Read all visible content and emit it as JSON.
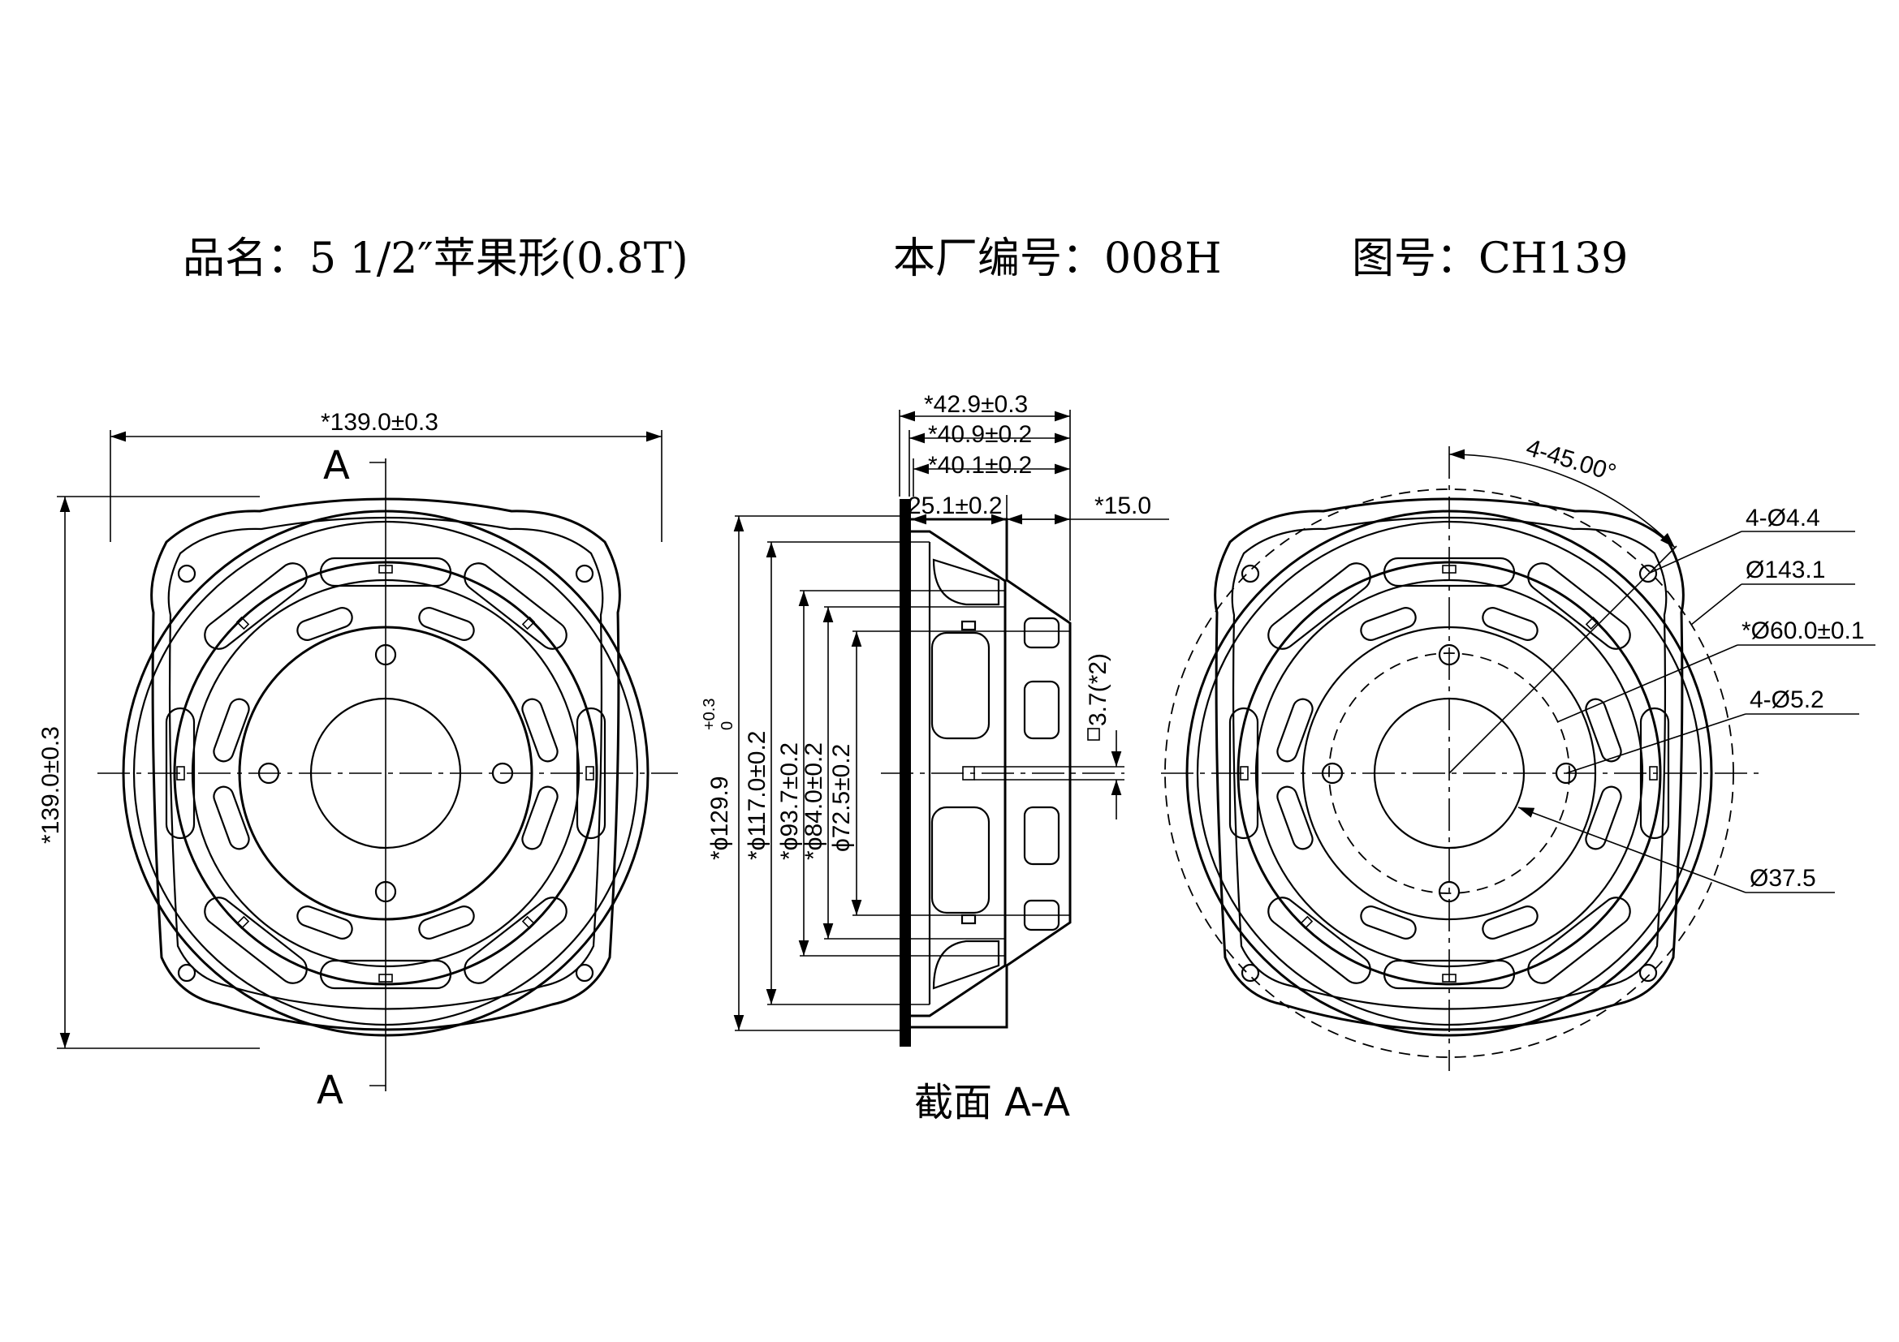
{
  "header": {
    "product_name": "品名：5 1/2″苹果形(0.8T)",
    "factory_no": "本厂编号：008H",
    "drawing_no": "图号：CH139"
  },
  "front_view": {
    "width_dim": "*139.0±0.3",
    "height_dim": "*139.0±0.3",
    "section_mark_top": "A",
    "section_mark_bottom": "A"
  },
  "section_view": {
    "caption": "截面 A-A",
    "dims": {
      "d_total_depth": "*42.9±0.3",
      "d_depth_2": "*40.9±0.2",
      "d_depth_3": "*40.1±0.2",
      "d_frame_depth": "25.1±0.2",
      "d_magnet": "*15.0",
      "d_plate": "3.7(*2)",
      "d_dia_129": "*ϕ129.9",
      "d_dia_129_tol_upper": "+0.3",
      "d_dia_129_tol_lower": "0",
      "d_dia_117": "*ϕ117.0±0.2",
      "d_dia_93": "*ϕ93.7±0.2",
      "d_dia_84": "*ϕ84.0±0.2",
      "d_dia_72": "ϕ72.5±0.2"
    }
  },
  "rear_view": {
    "angle_dim": "4-45.00°",
    "hole_44": "4-Ø4.4",
    "dia_143": "Ø143.1",
    "dia_60": "*Ø60.0±0.1",
    "hole_52": "4-Ø5.2",
    "dia_37": "Ø37.5"
  }
}
